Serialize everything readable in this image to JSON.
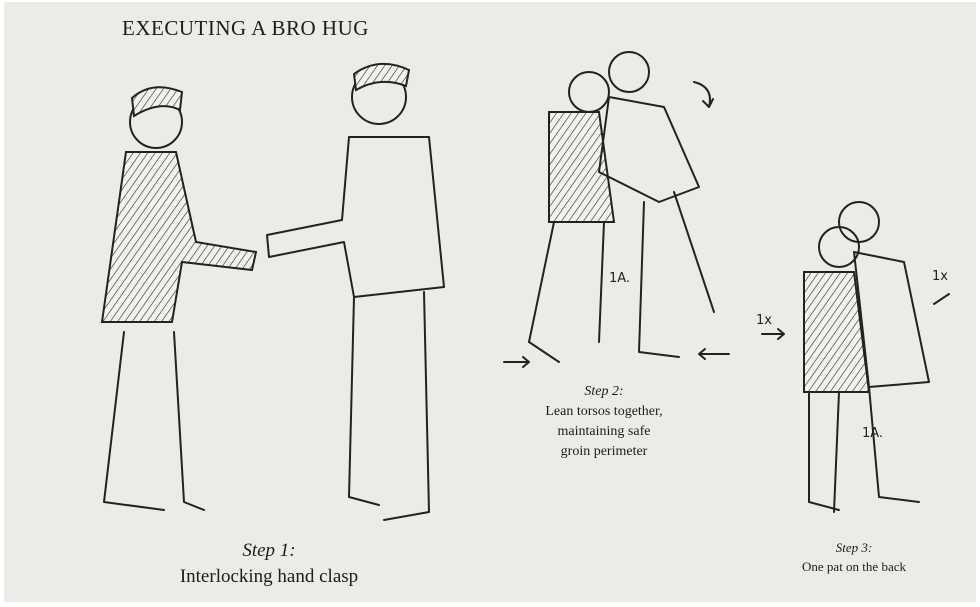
{
  "title": "EXECUTING A BRO HUG",
  "steps": [
    {
      "label": "Step 1:",
      "description": "Interlocking hand clasp"
    },
    {
      "label": "Step 2:",
      "description_lines": [
        "Lean torsos together,",
        "maintaining safe",
        "groin perimeter"
      ]
    },
    {
      "label": "Step 3:",
      "description": "One pat on the back"
    }
  ],
  "annotations": {
    "spacing_mark": "1A.",
    "pat_count": "1x"
  }
}
